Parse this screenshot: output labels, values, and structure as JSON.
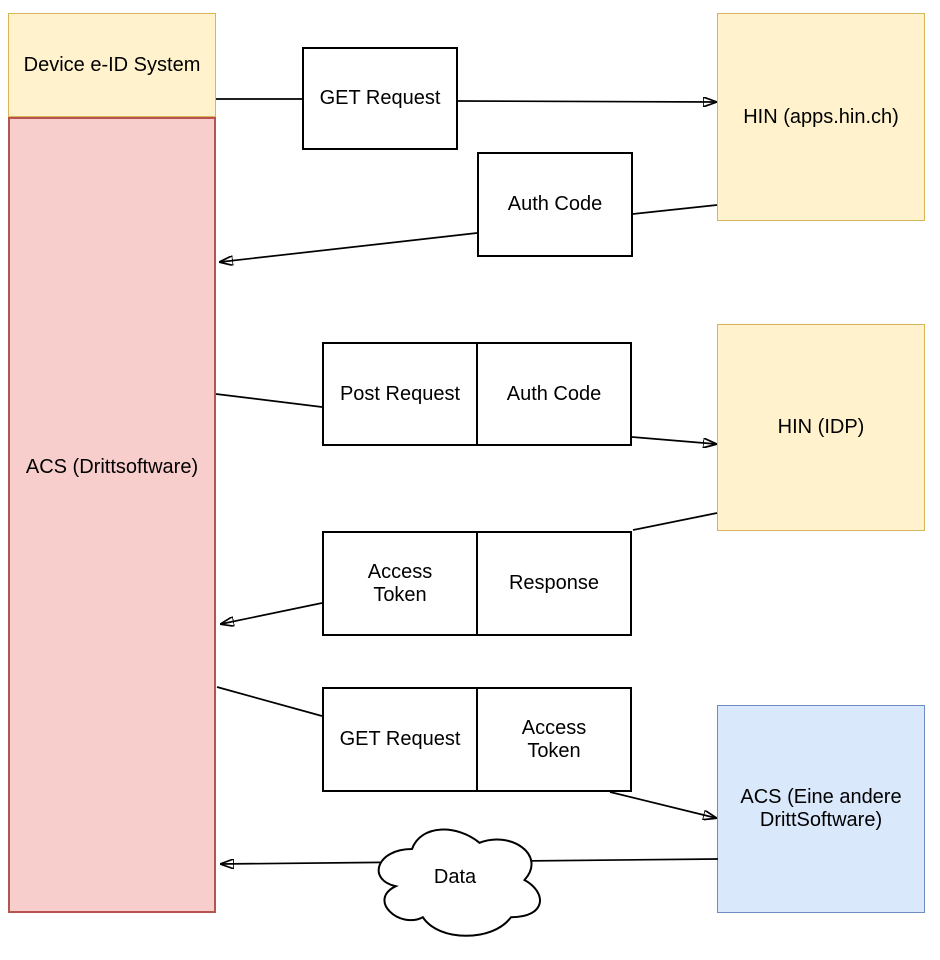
{
  "diagram": {
    "nodes": {
      "device": {
        "label": "Device e-ID System"
      },
      "acs_main": {
        "label": "ACS (Drittsoftware)"
      },
      "hin_apps": {
        "label": "HIN (apps.hin.ch)"
      },
      "hin_idp": {
        "label": "HIN (IDP)"
      },
      "acs_other": {
        "label": "ACS (Eine andere DrittSoftware)"
      }
    },
    "messages": {
      "get_request_1": {
        "label": "GET Request"
      },
      "auth_code_1": {
        "label": "Auth Code"
      },
      "post_request": {
        "label": "Post Request"
      },
      "auth_code_2": {
        "label": "Auth Code"
      },
      "access_token_1": {
        "label": "Access Token"
      },
      "response": {
        "label": "Response"
      },
      "get_request_2": {
        "label": "GET Request"
      },
      "access_token_2": {
        "label": "Access Token"
      }
    },
    "cloud": {
      "label": "Data"
    },
    "colors": {
      "yellow_fill": "#FFF2CC",
      "yellow_border": "#D6B656",
      "red_fill": "#F8CECC",
      "red_border": "#B85450",
      "blue_fill": "#DAE8FC",
      "blue_border": "#6C8EBF",
      "message_fill": "#FFFFFF",
      "line": "#000000"
    }
  }
}
